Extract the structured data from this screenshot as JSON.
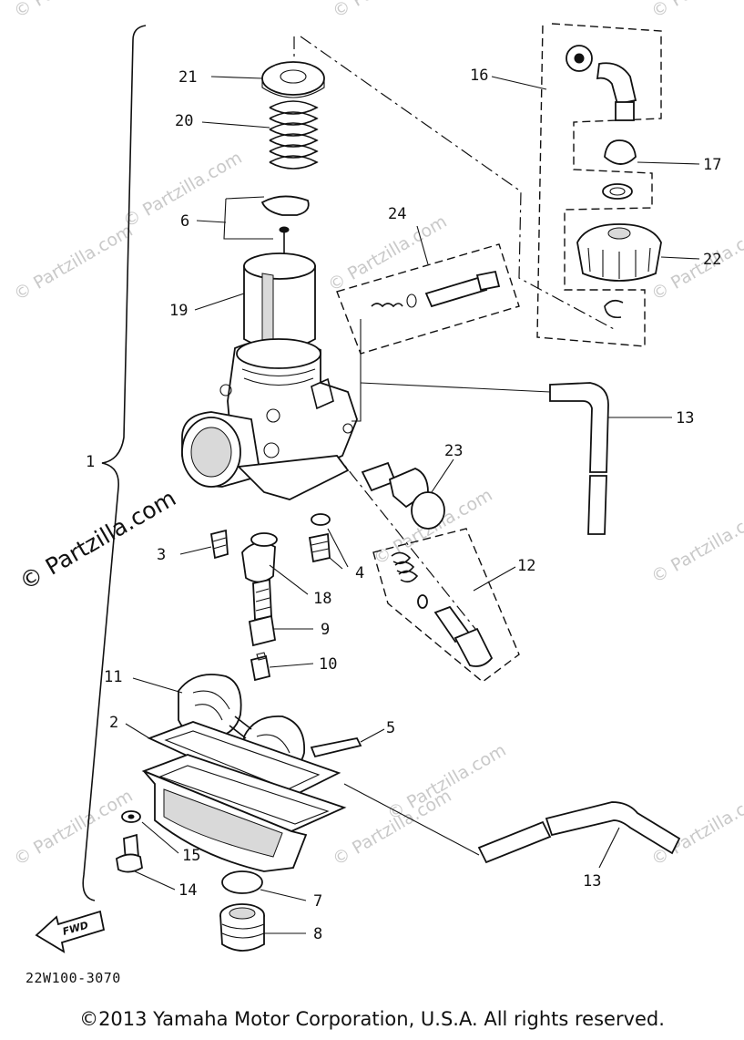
{
  "diagram": {
    "callouts": {
      "c1": "1",
      "c2": "2",
      "c3": "3",
      "c4": "4",
      "c5": "5",
      "c6": "6",
      "c7": "7",
      "c8": "8",
      "c9": "9",
      "c10": "10",
      "c11": "11",
      "c12": "12",
      "c13a": "13",
      "c13b": "13",
      "c14": "14",
      "c15": "15",
      "c16": "16",
      "c17": "17",
      "c18": "18",
      "c19": "19",
      "c20": "20",
      "c21": "21",
      "c22": "22",
      "c23": "23",
      "c24": "24"
    },
    "fwd_label": "FWD",
    "diagram_code": "22W100-3070"
  },
  "watermark": {
    "text": "© Partzilla.com"
  },
  "copyright": "©2013  Yamaha Motor Corporation, U.S.A. All rights reserved."
}
